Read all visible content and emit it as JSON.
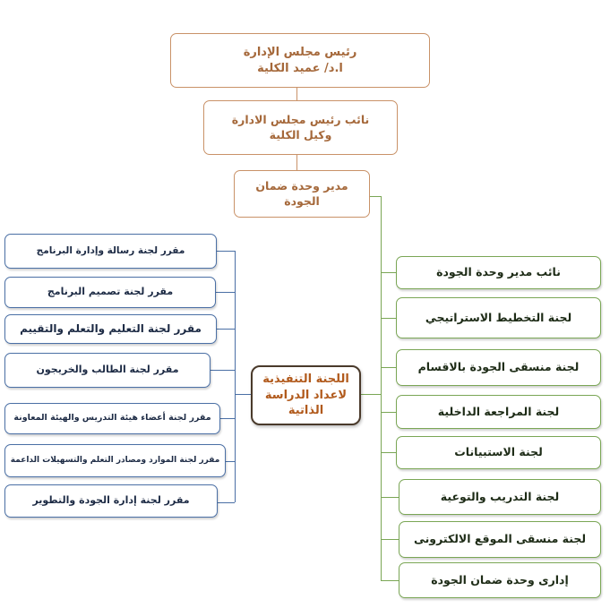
{
  "top": {
    "chair_title": "رئيس مجلس الإدارة",
    "chair_name": "ا.د/ عميد الكلية",
    "vice_line1": "نائب رئيس مجلس الادارة",
    "vice_line2": "وكيل الكلية",
    "director_line1": "مدير وحدة ضمان",
    "director_line2": "الجودة"
  },
  "center": {
    "line1": "اللجنة التنفيذية",
    "line2": "لاعداد الدراسة",
    "line3": "الذاتية"
  },
  "left_committees": [
    "مقرر لجنة رسالة وإدارة البرنامج",
    "مقرر لجنة تصميم البرنامج",
    "مقرر لجنة التعليم والتعلم والتقييم",
    "مقرر لجنة الطالب والخريجون",
    "مقرر لجنة أعضاء هيئة التدريس والهيئة المعاونة",
    "مقرر لجنة الموارد ومصادر التعلم والتسهيلات الداعمة",
    "مقرر لجنة إدارة الجودة والتطوير"
  ],
  "right_committees": [
    "نائب مدير وحدة الجودة",
    "لجنة التخطيط الاستراتيجي",
    "لجنة منسقى الجودة بالاقسام",
    "لجنة المراجعة الداخلية",
    "لجنة الاستبيانات",
    "لجنة التدريب والتوعية",
    "لجنة منسقى الموقع الالكترونى",
    "إدارى وحدة ضمان الجودة"
  ]
}
